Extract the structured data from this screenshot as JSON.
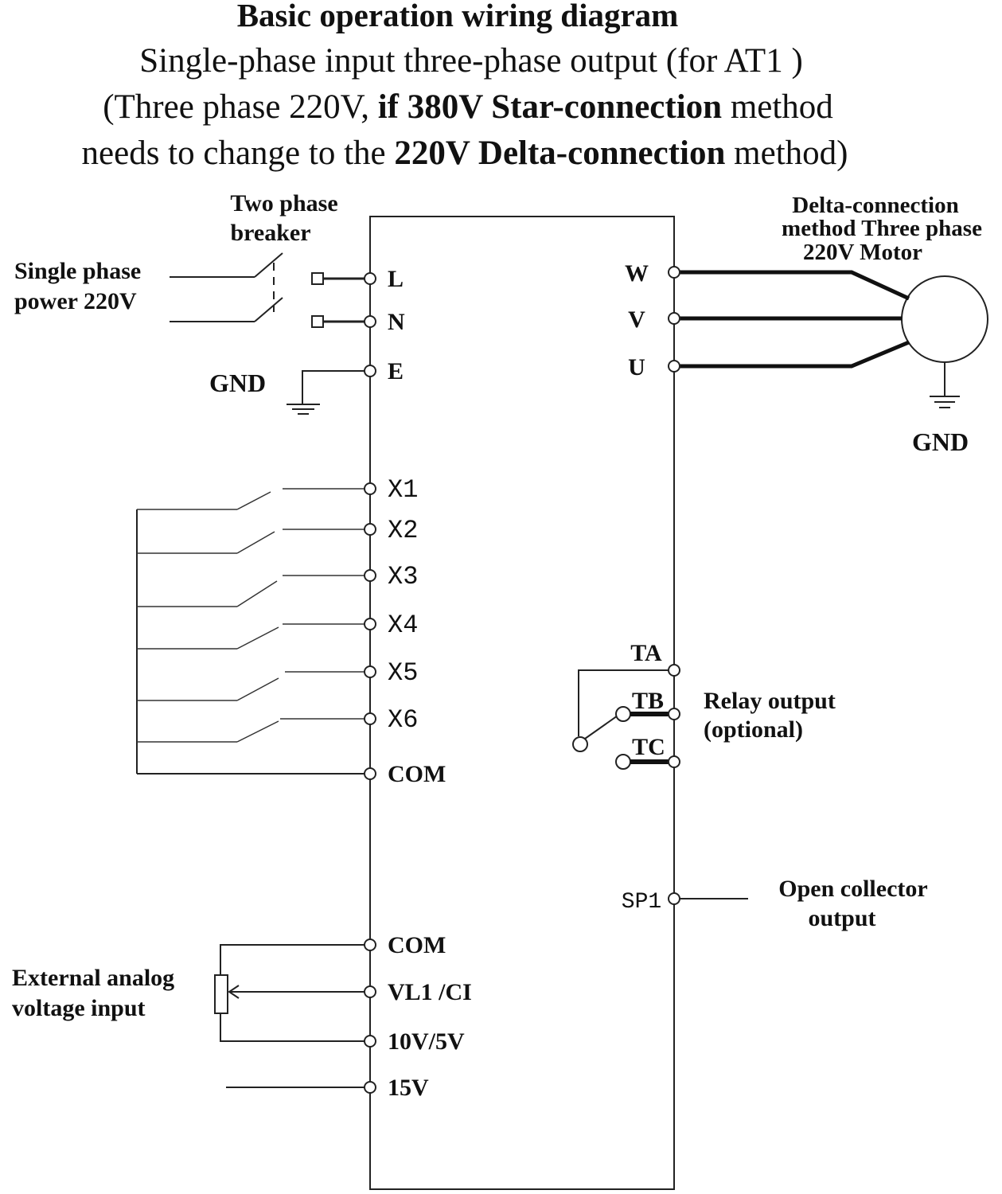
{
  "header": {
    "title": "Basic operation wiring diagram",
    "subtitle": "Single-phase input three-phase output (for AT1 )",
    "line3_a": "(Three phase 220V, ",
    "line3_b": "if 380V Star-connection",
    "line3_c": " method",
    "line4_a": "needs to change to the ",
    "line4_b": "220V Delta-connection",
    "line4_c": " method)"
  },
  "left_labels": {
    "breaker_line1": "Two phase",
    "breaker_line2": "breaker",
    "power_line1": "Single phase",
    "power_line2": "power 220V",
    "gnd": "GND",
    "analog_line1": "External analog",
    "analog_line2": "voltage input"
  },
  "left_terminals": [
    "L",
    "N",
    "E",
    "X1",
    "X2",
    "X3",
    "X4",
    "X5",
    "X6",
    "COM",
    "COM",
    "VL1 /CI",
    "10V/5V",
    "15V"
  ],
  "right_terminals": [
    "W",
    "V",
    "U",
    "TA",
    "TB",
    "TC",
    "SP1"
  ],
  "right_labels": {
    "motor_line1": "Delta-connection",
    "motor_line2": "method Three phase",
    "motor_line3": "220V Motor",
    "gnd": "GND",
    "relay_line1": "Relay output",
    "relay_line2": "(optional)",
    "oc_line1": "Open collector",
    "oc_line2": "output"
  }
}
